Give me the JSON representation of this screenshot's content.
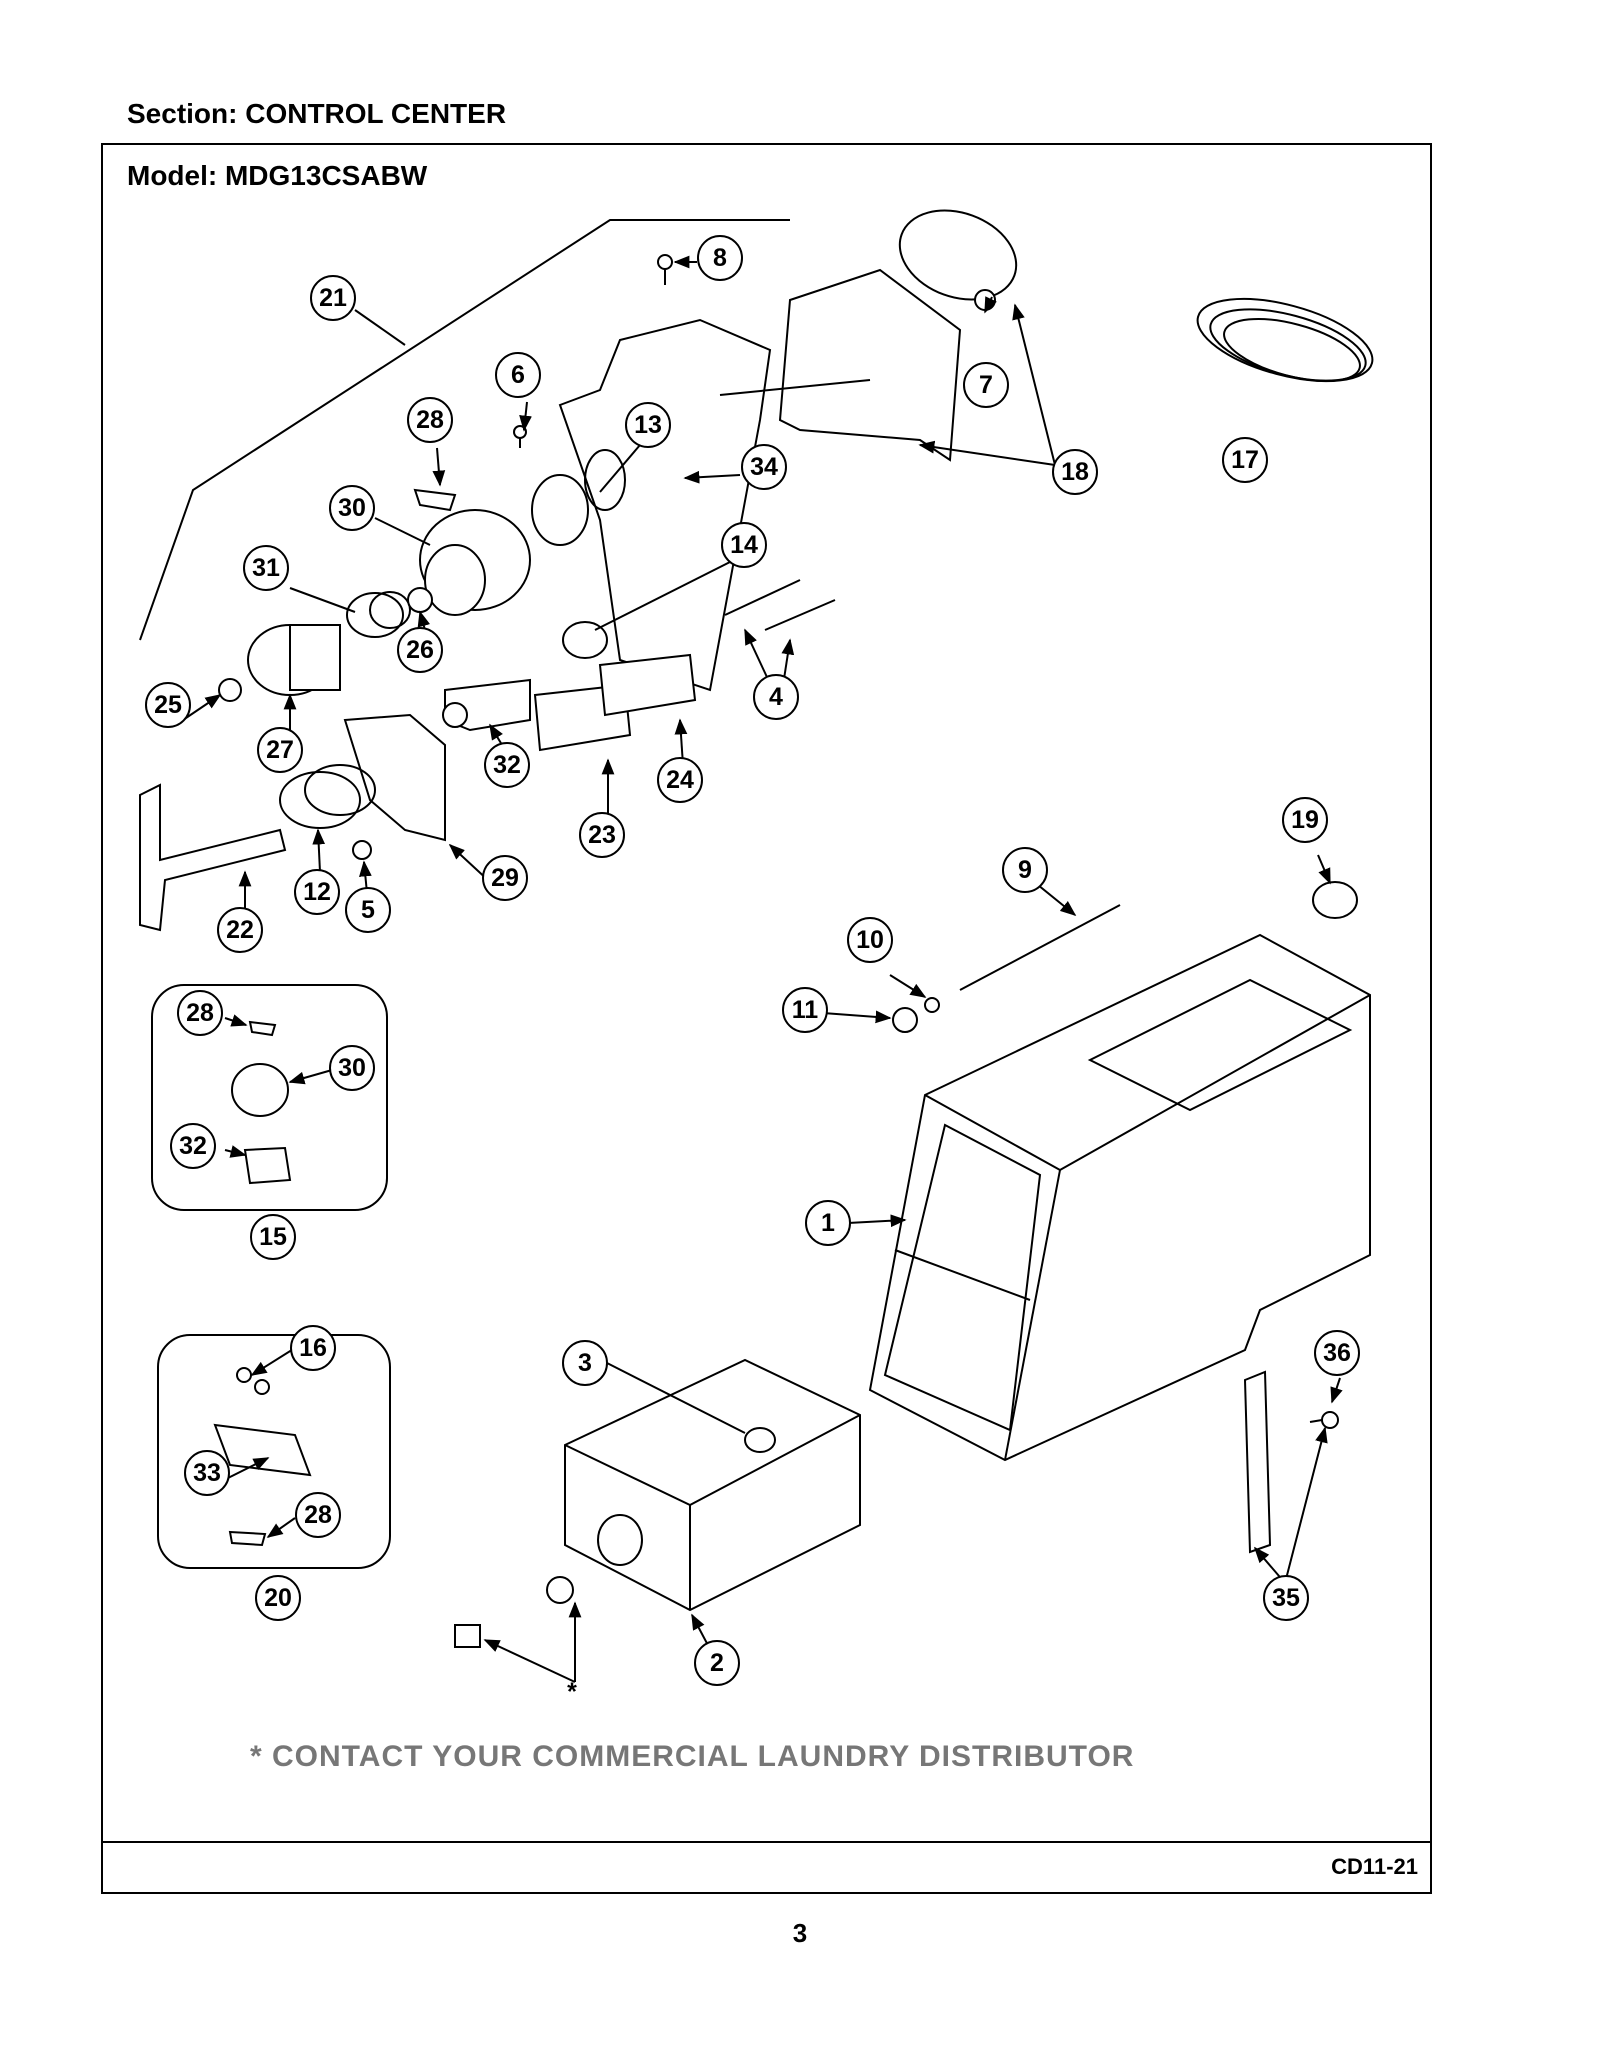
{
  "header": {
    "section_label": "Section:  CONTROL CENTER",
    "model_label": "Model:  MDG13CSABW"
  },
  "callouts": [
    "1",
    "2",
    "3",
    "4",
    "5",
    "6",
    "7",
    "8",
    "9",
    "10",
    "11",
    "12",
    "13",
    "14",
    "15",
    "16",
    "17",
    "18",
    "19",
    "20",
    "21",
    "22",
    "23",
    "24",
    "25",
    "26",
    "27",
    "28",
    "29",
    "30",
    "31",
    "32",
    "33",
    "34",
    "35",
    "36"
  ],
  "kit_15": {
    "callout": "15",
    "parts": [
      "28",
      "30",
      "32"
    ]
  },
  "kit_20": {
    "callout": "20",
    "parts": [
      "16",
      "33",
      "28"
    ]
  },
  "asterisk": "*",
  "note": "* CONTACT YOUR COMMERCIAL LAUNDRY DISTRIBUTOR",
  "footer": {
    "code": "CD11-21",
    "page": "3"
  }
}
